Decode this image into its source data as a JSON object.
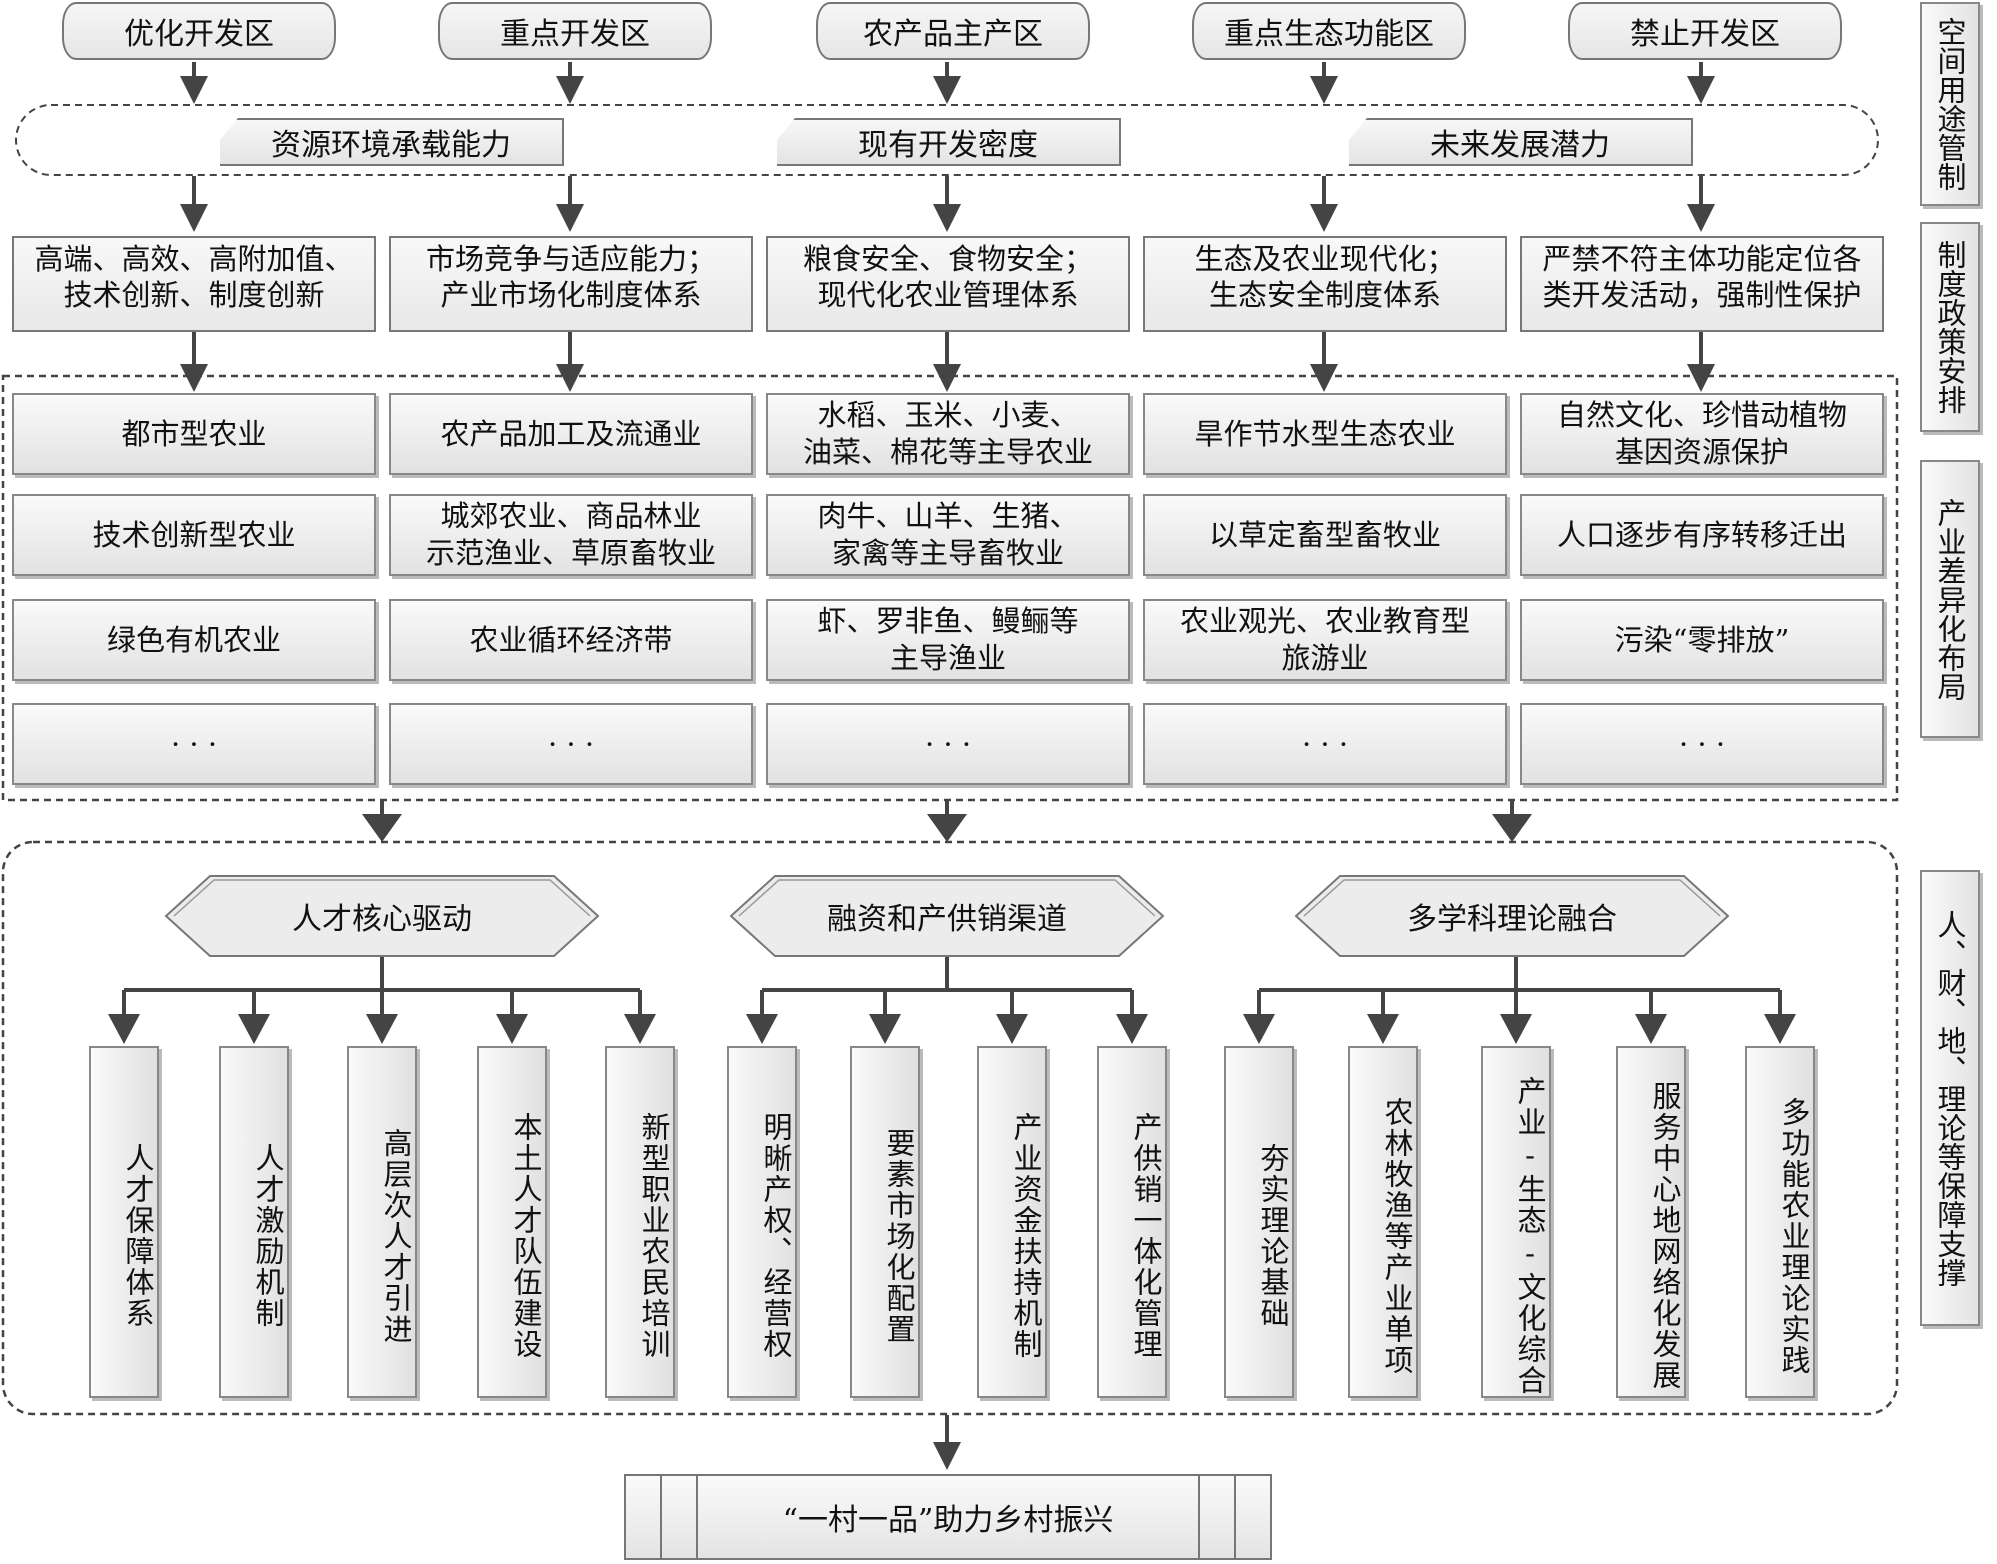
{
  "zones": [
    "优化开发区",
    "重点开发区",
    "农产品主产区",
    "重点生态功能区",
    "禁止开发区"
  ],
  "criteria": [
    "资源环境承载能力",
    "现有开发密度",
    "未来发展潜力"
  ],
  "policies": [
    [
      "高端、高效、高附加值、",
      "技术创新、制度创新"
    ],
    [
      "市场竞争与适应能力；",
      "产业市场化制度体系"
    ],
    [
      "粮食安全、食物安全；",
      "现代化农业管理体系"
    ],
    [
      "生态及农业现代化；",
      "生态安全制度体系"
    ],
    [
      "严禁不符主体功能定位各",
      "类开发活动，强制性保护"
    ]
  ],
  "industry_grid": [
    [
      [
        "都市型农业"
      ],
      [
        "农产品加工及流通业"
      ],
      [
        "水稻、玉米、小麦、",
        "油菜、棉花等主导农业"
      ],
      [
        "旱作节水型生态农业"
      ],
      [
        "自然文化、珍惜动植物",
        "基因资源保护"
      ]
    ],
    [
      [
        "技术创新型农业"
      ],
      [
        "城郊农业、商品林业",
        "示范渔业、草原畜牧业"
      ],
      [
        "肉牛、山羊、生猪、",
        "家禽等主导畜牧业"
      ],
      [
        "以草定畜型畜牧业"
      ],
      [
        "人口逐步有序转移迁出"
      ]
    ],
    [
      [
        "绿色有机农业"
      ],
      [
        "农业循环经济带"
      ],
      [
        "虾、罗非鱼、鳗鲡等",
        "主导渔业"
      ],
      [
        "农业观光、农业教育型",
        "旅游业"
      ],
      [
        "污染“零排放”"
      ]
    ],
    [
      [
        "· · ·"
      ],
      [
        "· · ·"
      ],
      [
        "· · ·"
      ],
      [
        "· · ·"
      ],
      [
        "· · ·"
      ]
    ]
  ],
  "drivers": [
    "人才核心驱动",
    "融资和产供销渠道",
    "多学科理论融合"
  ],
  "supports": [
    [
      "人才保障体系",
      "人才激励机制",
      "高层次人才引进",
      "本土人才队伍建设",
      "新型职业农民培训"
    ],
    [
      "明晰产权、经营权",
      "要素市场化配置",
      "产业资金扶持机制",
      "产供销一体化管理"
    ],
    [
      "夯实理论基础",
      "农林牧渔等产业单项",
      "产业-生态-文化综合",
      "服务中心地网络化发展",
      "多功能农业理论实践"
    ]
  ],
  "final": "“一村一品”助力乡村振兴",
  "side_labels": [
    "空间用途管制",
    "制度政策安排",
    "产业差异化布局",
    "人、财、地、理论等保障支撑"
  ]
}
